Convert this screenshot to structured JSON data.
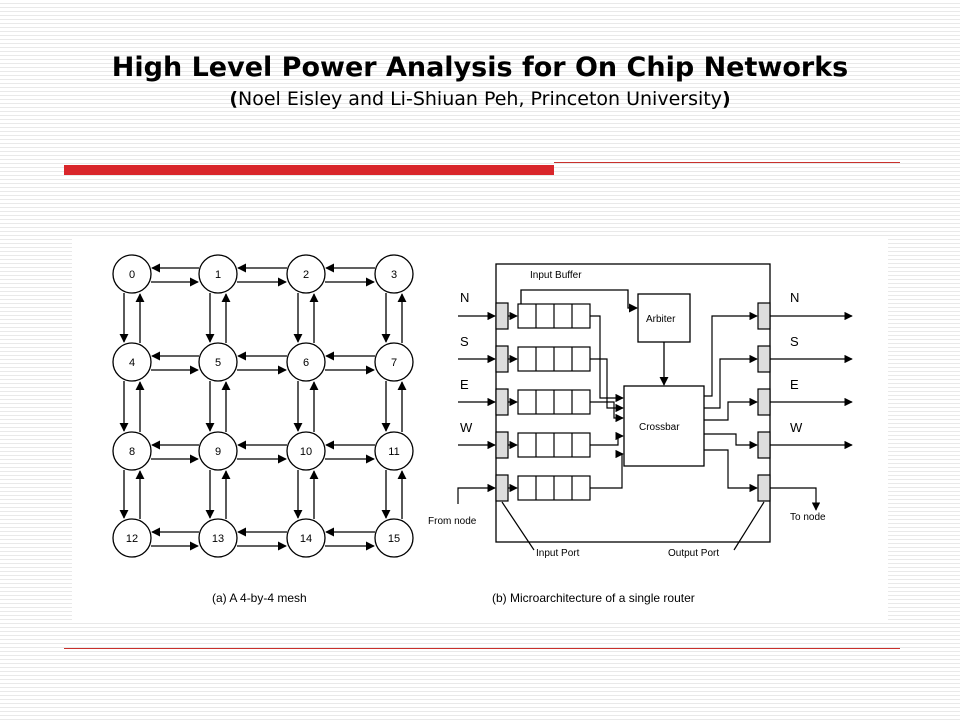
{
  "title": {
    "main": "High Level Power Analysis for On Chip Networks",
    "open_paren": "(",
    "authors": "Noel Eisley and Li-Shiuan Peh, Princeton University",
    "close_paren": ")"
  },
  "mesh": {
    "nodes": [
      "0",
      "1",
      "2",
      "3",
      "4",
      "5",
      "6",
      "7",
      "8",
      "9",
      "10",
      "11",
      "12",
      "13",
      "14",
      "15"
    ],
    "caption": "(a) A 4-by-4 mesh"
  },
  "router": {
    "input_buffer_label": "Input Buffer",
    "arbiter_label": "Arbiter",
    "crossbar_label": "Crossbar",
    "input_dirs": [
      "N",
      "S",
      "E",
      "W"
    ],
    "output_dirs": [
      "N",
      "S",
      "E",
      "W"
    ],
    "from_node": "From node",
    "to_node": "To node",
    "input_port": "Input Port",
    "output_port": "Output Port",
    "caption": "(b) Microarchitecture of a single router"
  },
  "colors": {
    "accent_bar": "#d9262b",
    "rule": "#c9302c",
    "stripe": "#e9e9e9"
  }
}
